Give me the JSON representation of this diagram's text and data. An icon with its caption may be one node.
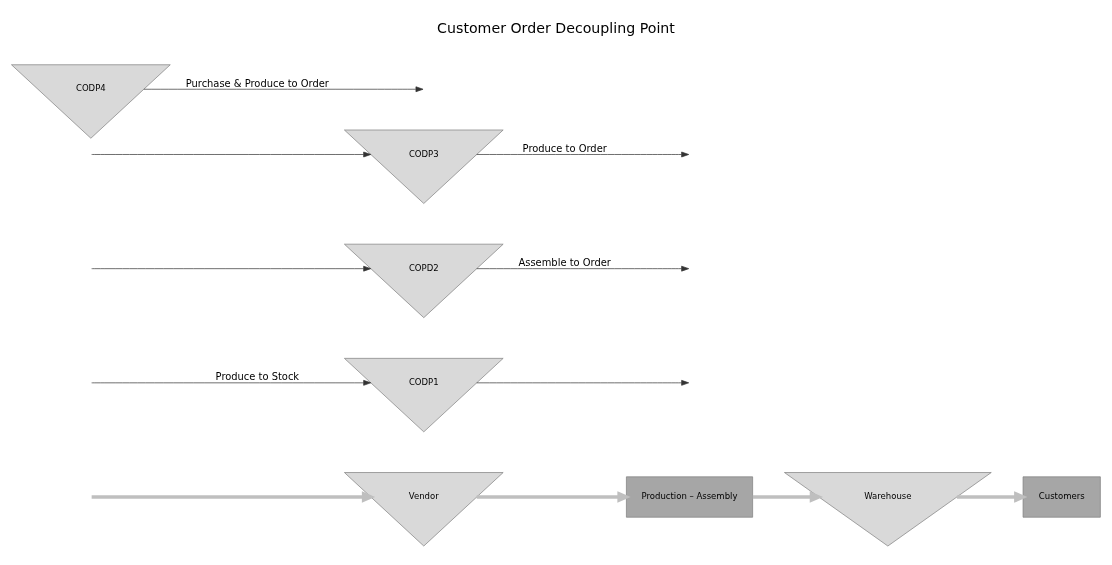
{
  "diagram": {
    "title": "Customer Order Decoupling Point",
    "nodes": [
      {
        "text": [
          "Vendor"
        ]
      },
      {
        "text": [
          "Production – Assembly"
        ]
      },
      {
        "text": [
          "Warehouse"
        ]
      },
      {
        "text": [
          "Customers"
        ]
      },
      {
        "text": [
          "CODP1"
        ]
      },
      {
        "text": [
          "COPD2"
        ]
      },
      {
        "text": [
          "CODP3"
        ]
      },
      {
        "text": [
          "CODP4"
        ]
      }
    ],
    "edges": [
      {
        "from": null,
        "to": 0,
        "arrow": "to",
        "style": "thick",
        "color": "#bfbfbf"
      },
      {
        "from": 0,
        "to": 1,
        "arrow": "to",
        "style": "thick",
        "color": "#bfbfbf"
      },
      {
        "from": 1,
        "to": 2,
        "arrow": "to",
        "style": "thick",
        "color": "#bfbfbf"
      },
      {
        "from": 2,
        "to": 3,
        "arrow": "to",
        "style": "thick",
        "color": "#bfbfbf"
      },
      {
        "from": null,
        "to": 4,
        "arrow": "to",
        "label": "Produce to Stock"
      },
      {
        "from": 4,
        "to": null,
        "arrow": "to"
      },
      {
        "from": null,
        "to": 5,
        "arrow": "to"
      },
      {
        "from": 5,
        "to": null,
        "arrow": "to",
        "label": "Assemble to Order"
      },
      {
        "from": null,
        "to": 6,
        "arrow": "to"
      },
      {
        "from": 6,
        "to": null,
        "arrow": "to",
        "label": "Produce to Order"
      },
      {
        "from": 7,
        "to": null,
        "arrow": "to",
        "label": "Purchase & Produce to Order"
      }
    ]
  }
}
